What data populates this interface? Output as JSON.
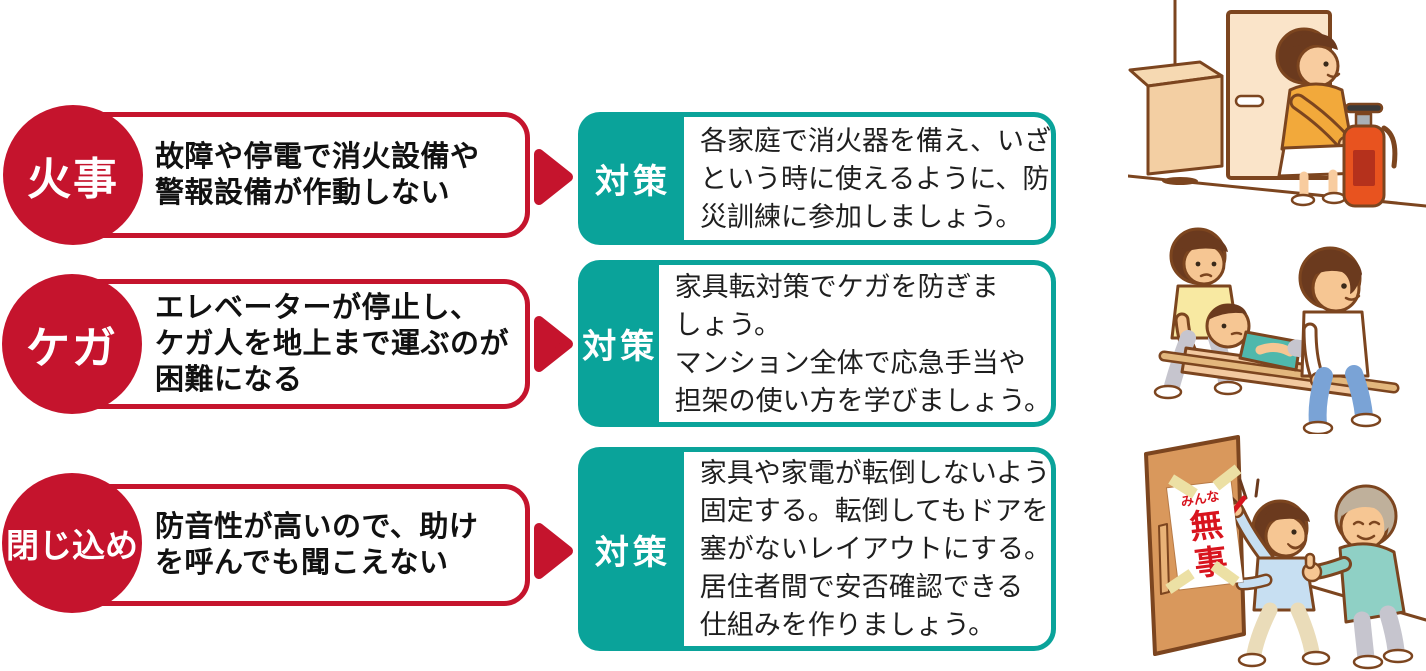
{
  "palette": {
    "red": "#c5142d",
    "teal": "#0aa39a",
    "outline_brown": "#7c451f",
    "ink": "#1a1a1a"
  },
  "rows": [
    {
      "risk_label": "火事",
      "risk_lines": [
        "故障や停電で消火設備や",
        "警報設備が作動しない"
      ],
      "measure_label": "対策",
      "measure_lines": [
        "各家庭で消火器を備え、いざ",
        "という時に使えるように、防",
        "災訓練に参加しましょう。"
      ],
      "illustration": "woman-preparing-fire-extinguisher"
    },
    {
      "risk_label": "ケガ",
      "risk_lines": [
        "エレベーターが停止し、",
        "ケガ人を地上まで運ぶのが",
        "困難になる"
      ],
      "measure_label": "対策",
      "measure_lines": [
        "家具転対策でケガを防ぎま",
        "しょう。",
        "マンション全体で応急手当や",
        "担架の使い方を学びましょう。"
      ],
      "illustration": "people-carrying-stretcher"
    },
    {
      "risk_label": "閉じ込め",
      "risk_lines": [
        "防音性が高いので、助け",
        "を呼んでも聞こえない"
      ],
      "measure_label": "対策",
      "measure_lines": [
        "家具や家電が転倒しないよう",
        "固定する。転倒してもドアを",
        "塞がないレイアウトにする。",
        "居住者間で安否確認できる",
        "仕組みを作りましょう。"
      ],
      "illustration": "safety-note-on-door"
    }
  ],
  "poster": {
    "arc_text": "みんな",
    "main_text": "無事"
  }
}
